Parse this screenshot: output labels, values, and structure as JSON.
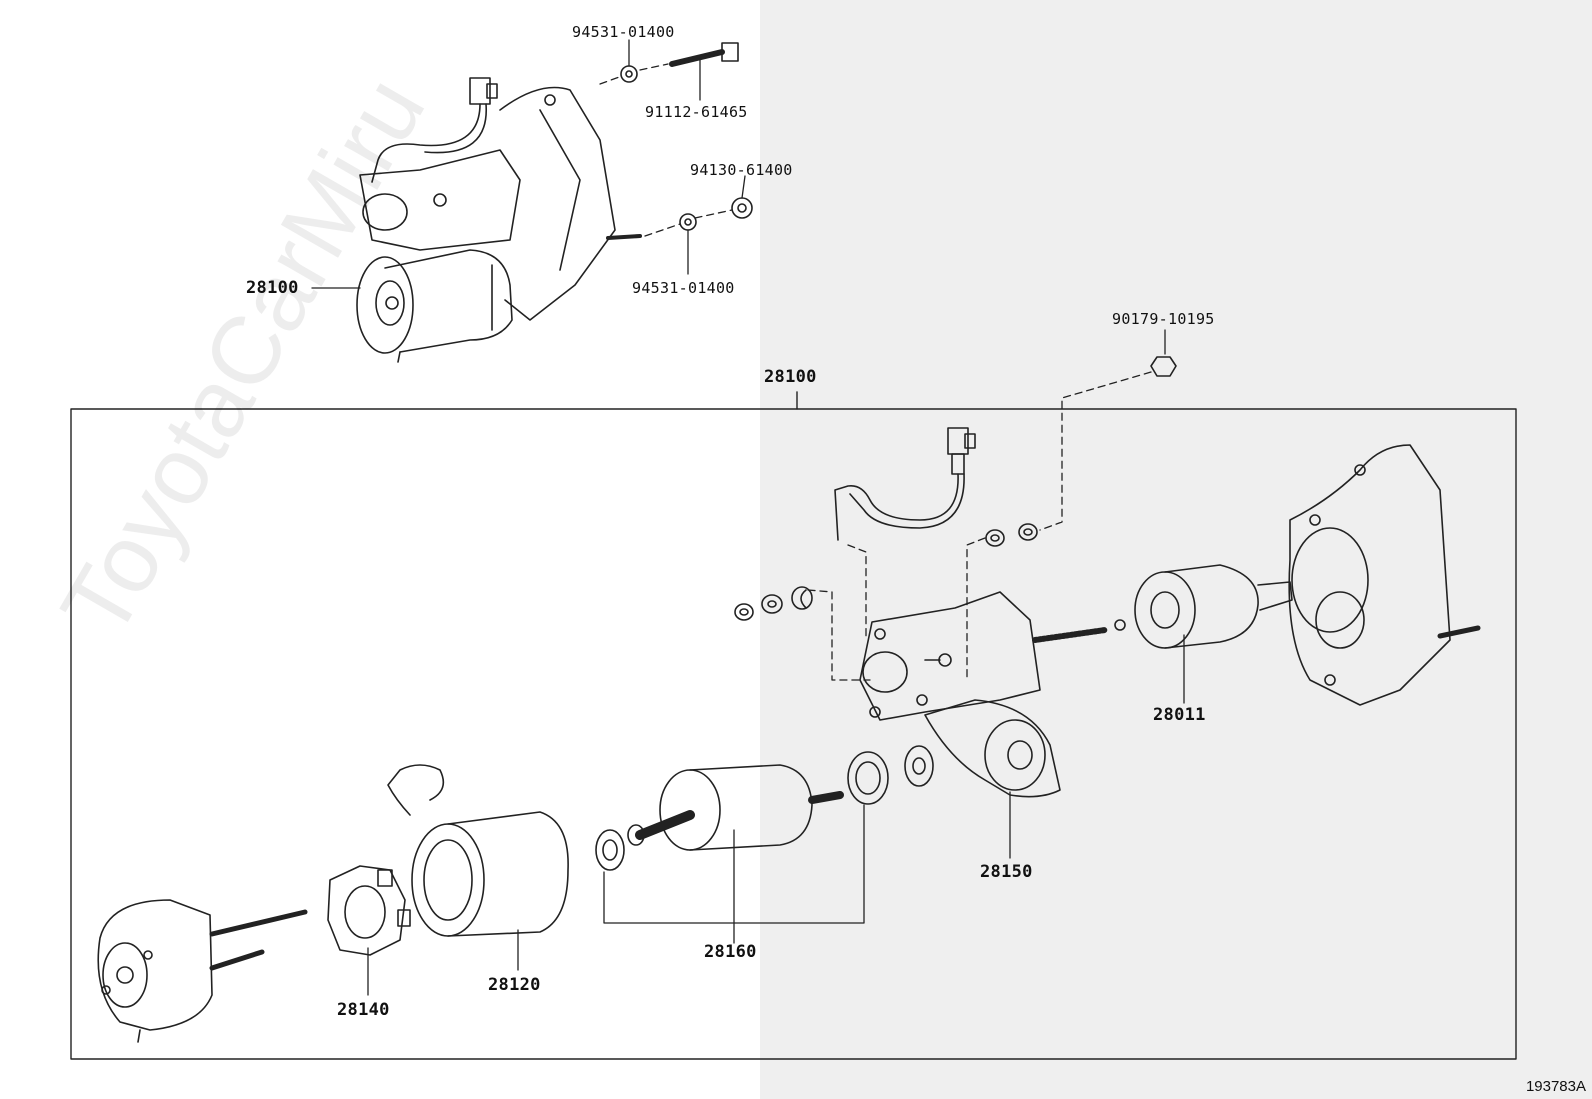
{
  "watermark": "ToyotaCarMiru",
  "figure_code": "193783A",
  "labels": {
    "p94531_top": "94531-01400",
    "p91112": "91112-61465",
    "p94130": "94130-61400",
    "p94531_mid": "94531-01400",
    "p28100_assy": "28100",
    "p90179": "90179-10195",
    "p28100_box": "28100",
    "p28011": "28011",
    "p28150": "28150",
    "p28160": "28160",
    "p28120": "28120",
    "p28140": "28140"
  }
}
